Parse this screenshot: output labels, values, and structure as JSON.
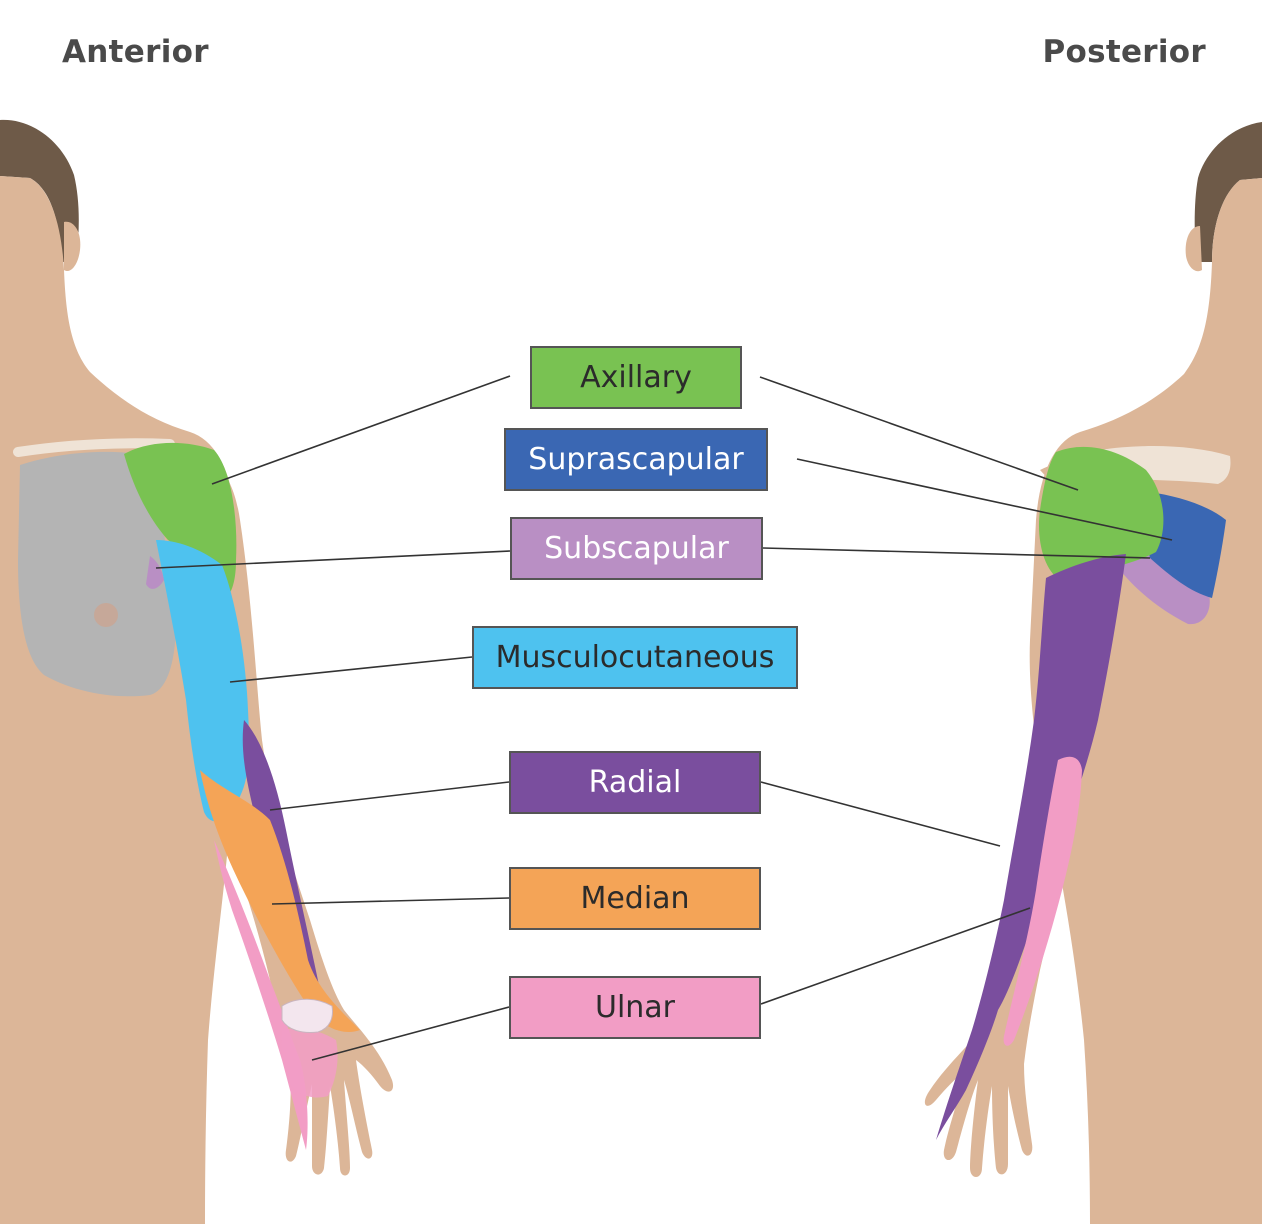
{
  "titles": {
    "anterior": "Anterior",
    "posterior": "Posterior"
  },
  "labels": {
    "axillary": "Axillary",
    "suprascapular": "Suprascapular",
    "subscapular": "Subscapular",
    "musculocutaneous": "Musculocutaneous",
    "radial": "Radial",
    "median": "Median",
    "ulnar": "Ulnar"
  },
  "colors": {
    "background": "#ffffff",
    "skin": "#dcb698",
    "skin_shadow": "#c99d7c",
    "hair": "#6e5a48",
    "pectoral": "#b4b4b4",
    "axillary": "#79c252",
    "suprascapular": "#3a67b3",
    "subscapular": "#b98fc4",
    "musculocutaneous": "#4ec2ef",
    "radial": "#7a4e9e",
    "median": "#f4a457",
    "ulnar": "#f29dc5",
    "leader_line": "#333333",
    "box_border": "#555555"
  }
}
